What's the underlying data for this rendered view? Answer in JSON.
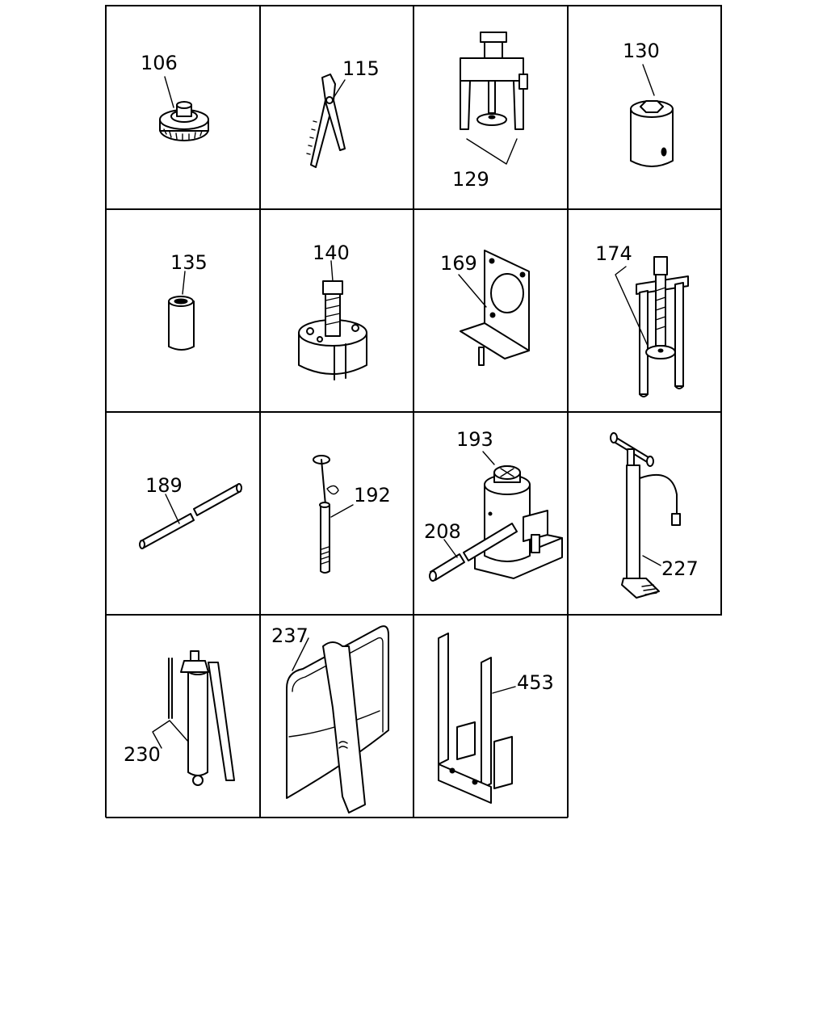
{
  "diagram": {
    "cells": [
      {
        "id": "c106",
        "label": "106",
        "icon": "bearing-puller-icon"
      },
      {
        "id": "c115",
        "label": "115",
        "icon": "pliers-icon"
      },
      {
        "id": "c129",
        "label": "129",
        "icon": "puller-tool-icon"
      },
      {
        "id": "c130",
        "label": "130",
        "icon": "hex-socket-icon"
      },
      {
        "id": "c135",
        "label": "135",
        "icon": "cylinder-sleeve-icon"
      },
      {
        "id": "c140",
        "label": "140",
        "icon": "hub-puller-icon"
      },
      {
        "id": "c169",
        "label": "169",
        "icon": "mounting-bracket-icon"
      },
      {
        "id": "c174",
        "label": "174",
        "icon": "two-jaw-puller-icon"
      },
      {
        "id": "c189",
        "label": "189",
        "icon": "drift-bar-icon"
      },
      {
        "id": "c192",
        "label": "192",
        "icon": "probe-tool-icon"
      },
      {
        "id": "c193",
        "label": "193",
        "icon": "bottle-jack-icon"
      },
      {
        "id": "c208",
        "label": "208",
        "icon": "jack-handle-icon"
      },
      {
        "id": "c227",
        "label": "227",
        "icon": "air-pump-icon"
      },
      {
        "id": "c230",
        "label": "230",
        "icon": "grease-gun-icon"
      },
      {
        "id": "c237",
        "label": "237",
        "icon": "tool-bag-icon"
      },
      {
        "id": "c453",
        "label": "453",
        "icon": "fork-holder-icon"
      }
    ]
  }
}
